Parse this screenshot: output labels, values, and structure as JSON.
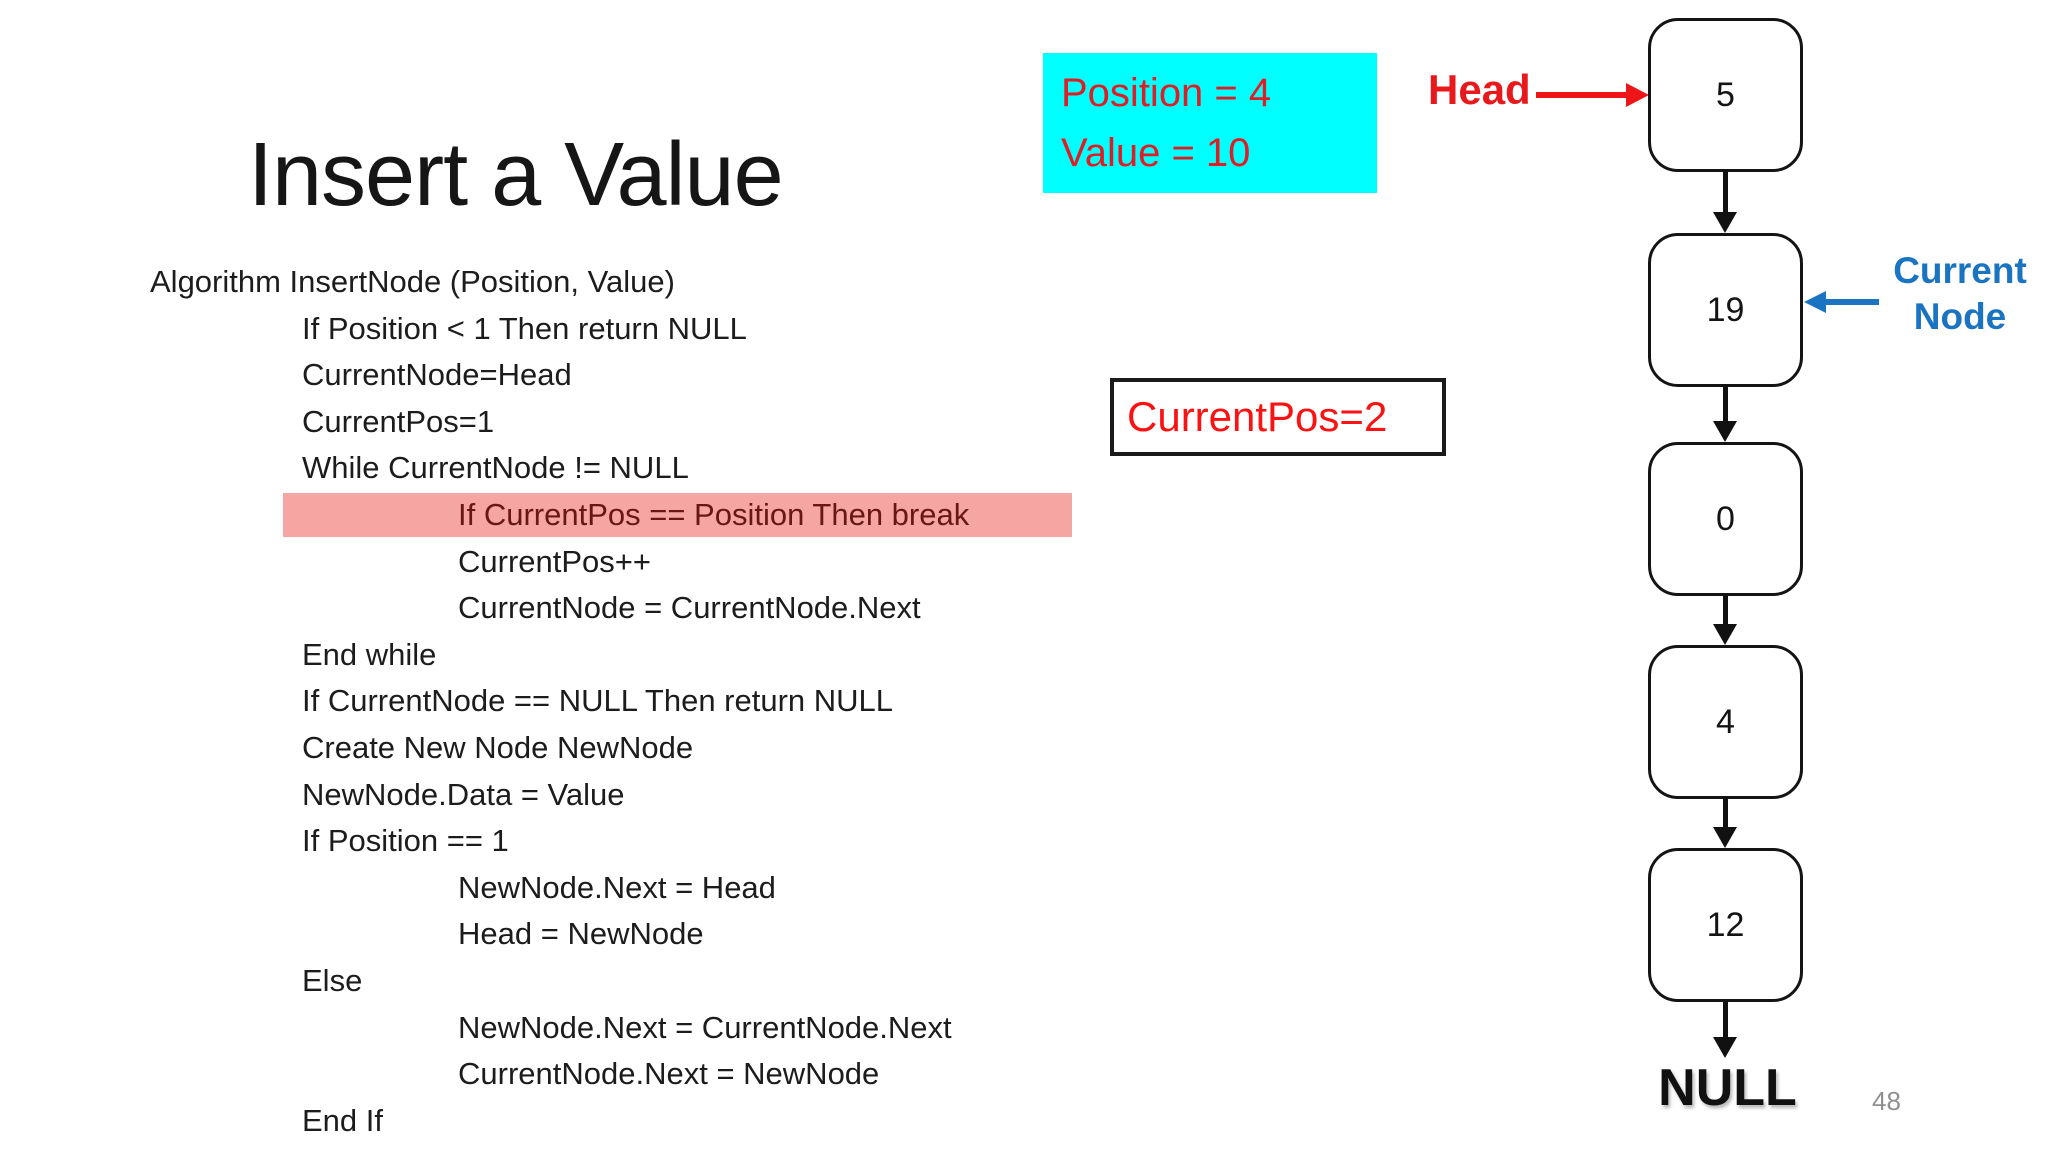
{
  "slide": {
    "title": "Insert a Value",
    "page_number": "48"
  },
  "code": {
    "lines": [
      {
        "text": "Algorithm InsertNode (Position, Value)",
        "indent": 0,
        "highlight": false
      },
      {
        "text": "If Position < 1 Then return NULL",
        "indent": 1,
        "highlight": false
      },
      {
        "text": "CurrentNode=Head",
        "indent": 1,
        "highlight": false
      },
      {
        "text": "CurrentPos=1",
        "indent": 1,
        "highlight": false
      },
      {
        "text": "While CurrentNode != NULL",
        "indent": 1,
        "highlight": false
      },
      {
        "text": "If CurrentPos == Position Then break",
        "indent": 2,
        "highlight": true
      },
      {
        "text": "CurrentPos++",
        "indent": 2,
        "highlight": false
      },
      {
        "text": "CurrentNode = CurrentNode.Next",
        "indent": 2,
        "highlight": false
      },
      {
        "text": "End while",
        "indent": 1,
        "highlight": false
      },
      {
        "text": "If CurrentNode == NULL Then return NULL",
        "indent": 1,
        "highlight": false
      },
      {
        "text": "Create New Node NewNode",
        "indent": 1,
        "highlight": false
      },
      {
        "text": "NewNode.Data = Value",
        "indent": 1,
        "highlight": false
      },
      {
        "text": "If Position == 1",
        "indent": 1,
        "highlight": false
      },
      {
        "text": "NewNode.Next = Head",
        "indent": 2,
        "highlight": false
      },
      {
        "text": "Head = NewNode",
        "indent": 2,
        "highlight": false
      },
      {
        "text": "Else",
        "indent": 1,
        "highlight": false
      },
      {
        "text": "NewNode.Next = CurrentNode.Next",
        "indent": 2,
        "highlight": false
      },
      {
        "text": "CurrentNode.Next = NewNode",
        "indent": 2,
        "highlight": false
      },
      {
        "text": "End If",
        "indent": 1,
        "highlight": false
      }
    ]
  },
  "callouts": {
    "params_box": {
      "line1": "Position = 4",
      "line2": "Value = 10"
    },
    "currentpos_box": {
      "text": "CurrentPos=2"
    },
    "head_label": {
      "text": "Head"
    },
    "current_node_label": {
      "line1": "Current",
      "line2": "Node"
    }
  },
  "list": {
    "nodes": [
      "5",
      "19",
      "0",
      "4",
      "12"
    ],
    "terminator": "NULL"
  },
  "colors": {
    "params_bg": "#00ffff",
    "params_text": "#df1d24",
    "head_red": "#e8191d",
    "currentpos_red": "#fb1212",
    "current_node_blue": "#1b74c2",
    "highlight_bg": "#f5a5a2",
    "highlight_text": "#6b1616",
    "page_number_gray": "#8f8f8f"
  }
}
